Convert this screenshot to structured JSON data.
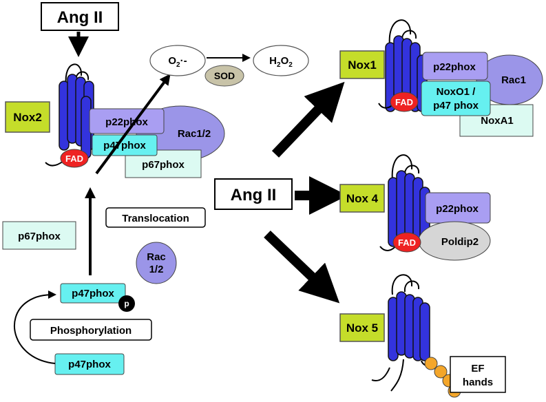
{
  "colors": {
    "nox_box": "#c5dd2a",
    "helix": "#3333dd",
    "helix_dark": "#1c1ca8",
    "p22phox": "#a99ef2",
    "p47phox": "#66f0f0",
    "p67phox": "#dcfaf2",
    "rac": "#9b95e8",
    "fad": "#ee2222",
    "sod": "#c8c3a8",
    "poldip": "#d6d6d6",
    "ef_bead": "#f4a62a"
  },
  "icons": [
    "arrow-icon",
    "membrane-helix-icon",
    "phosphate-icon",
    "ef-hand-bead-icon"
  ],
  "labels": {
    "angII_top": "Ang II",
    "angII_center": "Ang II",
    "o2": "O",
    "o2_sub": "2",
    "o2_sup": "·-",
    "sod": "SOD",
    "h2o2_h": "H",
    "h2o2_sub1": "2",
    "h2o2_o": "O",
    "h2o2_sub2": "2",
    "translocation": "Translocation",
    "phosphorylation": "Phosphorylation",
    "p_marker": "p",
    "p67phox_free": "p67phox",
    "rac_free_1": "Rac",
    "rac_free_2": "1/2",
    "p47phox_phos": "p47phox",
    "p47phox_bottom": "p47phox"
  },
  "complexes": {
    "nox2": {
      "name": "Nox2",
      "p22phox": "p22phox",
      "p47phox": "p47phox",
      "p67phox": "p67phox",
      "rac": "Rac1/2",
      "fad": "FAD"
    },
    "nox1": {
      "name": "Nox1",
      "p22phox": "p22phox",
      "rac": "Rac1",
      "noxo1_line1": "NoxO1 /",
      "noxo1_line2": "p47 phox",
      "noxa1": "NoxA1",
      "fad": "FAD"
    },
    "nox4": {
      "name": "Nox 4",
      "p22phox": "p22phox",
      "poldip2": "Poldip2",
      "fad": "FAD"
    },
    "nox5": {
      "name": "Nox 5",
      "ef_line1": "EF",
      "ef_line2": "hands"
    }
  }
}
